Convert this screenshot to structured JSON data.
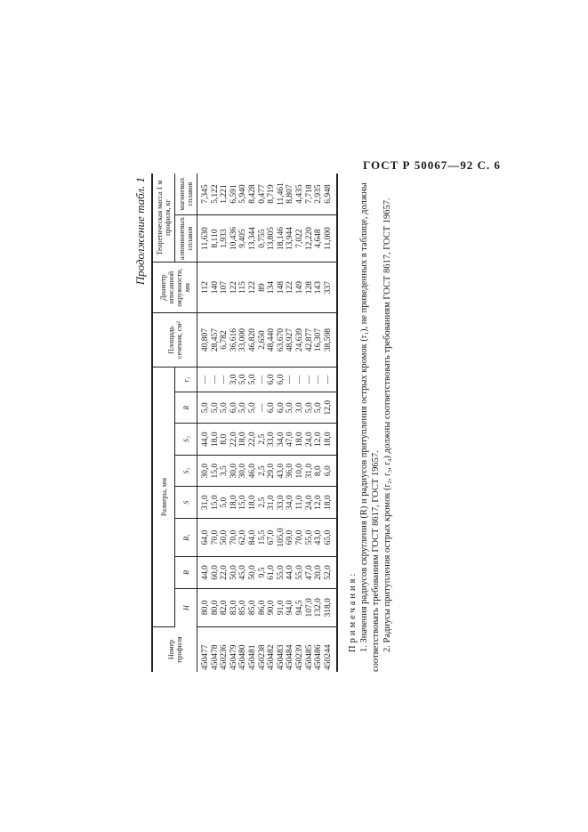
{
  "page_header": "ГОСТ Р 50067—92 С. 6",
  "table_caption": "Продолжение табл. 1",
  "table": {
    "headers": {
      "profile_no": "Номер профиля",
      "dimensions_group": "Размеры, мм",
      "H": "H",
      "B": "B",
      "B1": "B₁",
      "S": "S",
      "S1": "S₁",
      "S2": "S₂",
      "R": "R",
      "r1": "r₁",
      "area": "Площадь сечения, см²",
      "diameter": "Диаметр описанной окружности, мм",
      "mass_group": "Теоретическая масса 1 м профиля, кг",
      "mass_al": "алюминиевых сплавов",
      "mass_mg": "магниевых сплавов"
    },
    "columns": {
      "profile_no": [
        "450477",
        "450478",
        "450236",
        "450479",
        "450480",
        "450481",
        "450238",
        "450482",
        "450483",
        "450484",
        "450239",
        "450485",
        "450486",
        "450244"
      ],
      "H": [
        "80,0",
        "80,0",
        "82,0",
        "83,0",
        "85,0",
        "85,0",
        "86,0",
        "90,0",
        "91,0",
        "94,0",
        "94,5",
        "107,0",
        "132,0",
        "318,0"
      ],
      "B": [
        "44,0",
        "60,0",
        "22,0",
        "50,0",
        "45,0",
        "50,0",
        "9,5",
        "61,0",
        "55,0",
        "44,0",
        "55,0",
        "47,0",
        "20,0",
        "52,0"
      ],
      "B1": [
        "64,0",
        "70,0",
        "50,0",
        "70,0",
        "62,0",
        "84,0",
        "15,5",
        "67,0",
        "105,0",
        "69,0",
        "70,0",
        "55,0",
        "43,0",
        "65,0"
      ],
      "S": [
        "31,0",
        "15,0",
        "5,0",
        "18,0",
        "15,0",
        "18,0",
        "2,5",
        "31,0",
        "33,0",
        "34,0",
        "11,0",
        "24,0",
        "12,0",
        "18,0"
      ],
      "S1": [
        "30,0",
        "15,0",
        "3,5",
        "30,0",
        "30,0",
        "46,0",
        "2,5",
        "29,0",
        "43,0",
        "36,0",
        "10,0",
        "31,0",
        "8,0",
        "6,0"
      ],
      "S2": [
        "44,0",
        "18,0",
        "8,0",
        "22,0",
        "18,0",
        "22,0",
        "2,5",
        "33,0",
        "34,0",
        "47,0",
        "18,0",
        "24,0",
        "12,0",
        "18,0"
      ],
      "R": [
        "5,0",
        "5,0",
        "5,0",
        "6,0",
        "5,0",
        "5,0",
        "—",
        "6,0",
        "6,0",
        "5,0",
        "3,0",
        "5,0",
        "5,0",
        "12,0"
      ],
      "r1": [
        "—",
        "—",
        "—",
        "3,0",
        "5,0",
        "5,0",
        "—",
        "6,0",
        "6,0",
        "—",
        "—",
        "—",
        "—",
        "—"
      ],
      "area": [
        "40,807",
        "28,457",
        "6,782",
        "36,616",
        "33,000",
        "46,820",
        "2,650",
        "48,440",
        "63,670",
        "48,927",
        "24,639",
        "42,877",
        "16,307",
        "38,598"
      ],
      "diameter": [
        "112",
        "140",
        "107",
        "122",
        "115",
        "122",
        "89",
        "134",
        "148",
        "122",
        "149",
        "128",
        "143",
        "337"
      ],
      "mass_al": [
        "11,630",
        "8,110",
        "1,933",
        "10,436",
        "9,405",
        "13,344",
        "0,755",
        "13,805",
        "18,146",
        "13,944",
        "7,022",
        "12,220",
        "4,648",
        "11,000"
      ],
      "mass_mg": [
        "7,345",
        "5,122",
        "1,221",
        "6,591",
        "5,940",
        "8,428",
        "0,477",
        "8,719",
        "11,461",
        "8,807",
        "4,435",
        "7,718",
        "2,935",
        "6,948"
      ]
    }
  },
  "notes": {
    "title": "Примечания:",
    "n1": "1. Значения радиусов скругления (R) и радиусов притупления острых кромок (r₁), не приведенных в таблице, должны соответствовать требованиям ГОСТ 8617, ГОСТ 19657.",
    "n2": "2. Радиусы притупления острых кромок (r₂, r₃, r₄) должны соответствовать требованиям ГОСТ 8617, ГОСТ 19657."
  }
}
